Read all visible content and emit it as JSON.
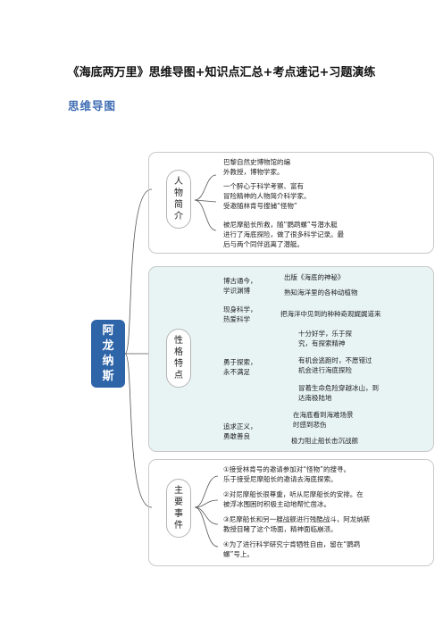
{
  "document": {
    "title": "《海底两万里》思维导图+知识点汇总+考点速记+习题演练",
    "section_title": "思维导图"
  },
  "mindmap": {
    "root": "阿龙纳斯",
    "branches": [
      {
        "label": "人物简介",
        "items": [
          "巴黎自然史博物馆的编",
          "外教授，博物学家。",
          "一个醉心于科学考察、富有",
          "冒险精神的人物简介科学家。",
          "受邀随林肯号搜捕“怪物”",
          "被尼摩船长所救，随“鹦鹉螺”号潜水艇",
          "进行了海底探险，做了很多科学记录。最",
          "后与两个同伴逃离了潜艇。"
        ]
      },
      {
        "label": "性格特点",
        "traits": [
          {
            "label_lines": [
              "博古通今，",
              "学识渊博"
            ],
            "details": [
              "出版《海底的神秘》",
              "熟知海洋里的各种动植物"
            ]
          },
          {
            "label_lines": [
              "现身科学，",
              "热爱科学"
            ],
            "details": [
              "把海洋中见到的种种奇观娓娓道来"
            ]
          },
          {
            "label_lines": [
              "勇于探索，",
              "永不满足"
            ],
            "details": [
              "十分好学，乐于探",
              "究，有探索精神",
              "有机会逃跑时，不愿错过",
              "机会进行海底探险",
              "冒着生命危险穿越冰山，到",
              "达南极陆地"
            ]
          },
          {
            "label_lines": [
              "追求正义，",
              "勇敢善良"
            ],
            "details": [
              "在海底看到海难场景",
              "时感到悲伤",
              "极力阻止船长击沉战舰"
            ]
          }
        ]
      },
      {
        "label": "主要事件",
        "items": [
          "①接受林肯号的邀请参加对“怪物”的搜寻。",
          "乐于接受尼摩船长的邀请去海底探索。",
          "②对尼摩船长很尊重，听从尼摩船长的安排。在",
          "被浮冰围困时积极主动地帮忙凿冰。",
          "③尼摩船长和另一艘战舰进行残酷战斗，阿龙纳斯",
          "教授目睹了这个场面，精神面临崩溃。",
          "④为了进行科学研究宁肯牺牲自由，留在“鹦鹉",
          "螺”号上。"
        ]
      }
    ]
  },
  "colors": {
    "root_fill": "#2e64a8",
    "section_title": "#3f6db3",
    "trait_panel": "#e8f4f4",
    "line": "#555555"
  }
}
